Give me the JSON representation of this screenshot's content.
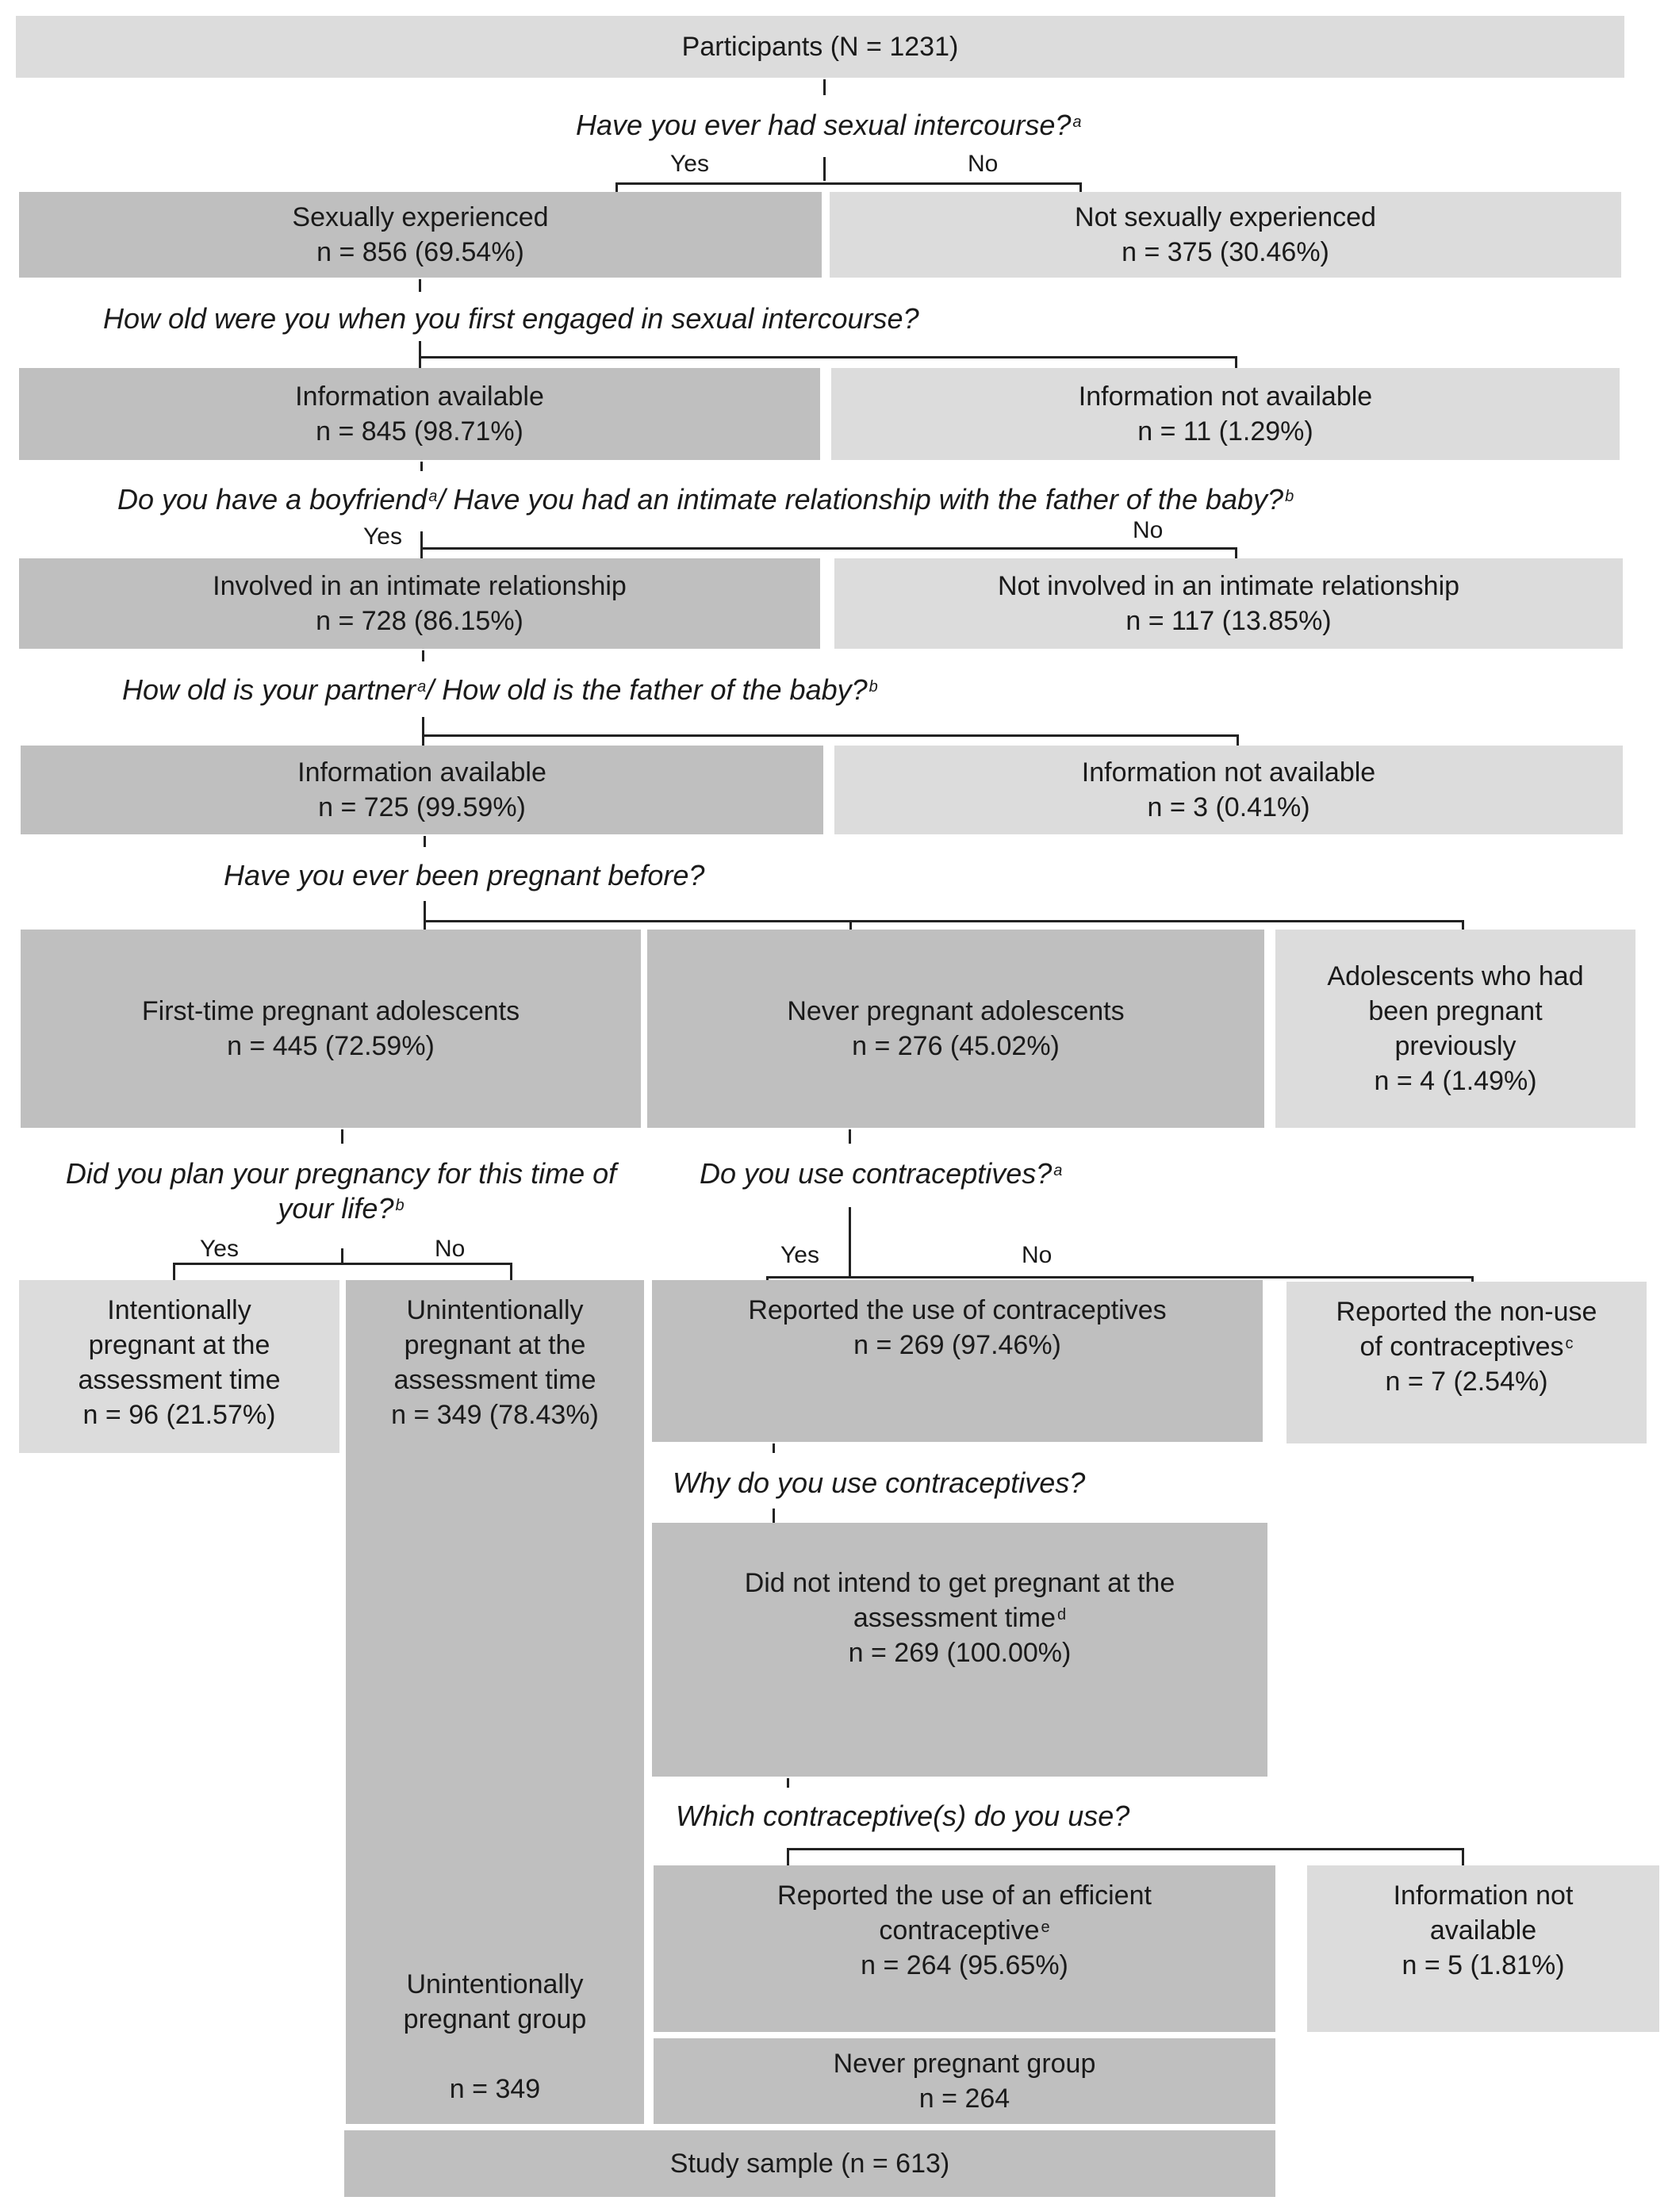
{
  "participants": "Participants (N = 1231)",
  "q1": {
    "text": "Have you ever had sexual intercourse?",
    "sup": "a",
    "yes": "Yes",
    "no": "No"
  },
  "sexually_experienced": {
    "title": "Sexually experienced",
    "n": "n = 856 (69.54%)"
  },
  "not_sexually_experienced": {
    "title": "Not sexually experienced",
    "n": "n = 375 (30.46%)"
  },
  "q2": {
    "text": "How old were you when you first engaged in sexual intercourse?"
  },
  "age_info_available": {
    "title": "Information available",
    "n": "n = 845 (98.71%)"
  },
  "age_info_not_available": {
    "title": "Information not available",
    "n": "n = 11 (1.29%)"
  },
  "q3": {
    "part1": "Do you have a boyfriend",
    "sup1": "a",
    "part2": "/ Have you had an intimate relationship with the father of the baby?",
    "sup2": "b",
    "yes": "Yes",
    "no": "No"
  },
  "involved": {
    "title": "Involved in an intimate relationship",
    "n": "n = 728 (86.15%)"
  },
  "not_involved": {
    "title": "Not involved in an intimate relationship",
    "n": "n = 117 (13.85%)"
  },
  "q4": {
    "part1": "How old is your partner",
    "sup1": "a",
    "part2": "/ How old is the father of the baby?",
    "sup2": "b"
  },
  "partner_info_available": {
    "title": "Information available",
    "n": "n = 725 (99.59%)"
  },
  "partner_info_not_available": {
    "title": "Information not available",
    "n": "n = 3 (0.41%)"
  },
  "q5": {
    "text": "Have you ever been pregnant before?"
  },
  "first_time_pregnant": {
    "title": "First-time pregnant adolescents",
    "n": "n = 445 (72.59%)"
  },
  "never_pregnant": {
    "title": "Never pregnant adolescents",
    "n": "n = 276 (45.02%)"
  },
  "previously_pregnant": {
    "l1": "Adolescents who had",
    "l2": "been pregnant",
    "l3": "previously",
    "n": "n = 4 (1.49%)"
  },
  "q6": {
    "l1": "Did you plan your pregnancy for this time of",
    "l2": "your life?",
    "sup": "b",
    "yes": "Yes",
    "no": "No"
  },
  "q7": {
    "text": "Do you use contraceptives?",
    "sup": "a",
    "yes": "Yes",
    "no": "No"
  },
  "intentionally_pregnant": {
    "l1": "Intentionally",
    "l2": "pregnant at the",
    "l3": "assessment time",
    "n": "n = 96 (21.57%)"
  },
  "unintentionally_pregnant": {
    "l1": "Unintentionally",
    "l2": "pregnant at the",
    "l3": "assessment time",
    "n": "n = 349 (78.43%)"
  },
  "use_contraceptives": {
    "title": "Reported the use of contraceptives",
    "n": "n = 269 (97.46%)"
  },
  "non_use_contraceptives": {
    "l1": "Reported the non-use",
    "l2": "of contraceptives",
    "sup": "c",
    "n": "n = 7 (2.54%)"
  },
  "q8": {
    "text": "Why do you use contraceptives?"
  },
  "not_intend_pregnant": {
    "l1": "Did not intend to get pregnant at the",
    "l2": "assessment time",
    "sup": "d",
    "n": "n = 269 (100.00%)"
  },
  "q9": {
    "text": "Which contraceptive(s) do you use?"
  },
  "efficient_contraceptive": {
    "l1": "Reported the use of an efficient",
    "l2": "contraceptive",
    "sup": "e",
    "n": "n = 264 (95.65%)"
  },
  "contraceptive_info_na": {
    "l1": "Information not",
    "l2": "available",
    "n": "n = 5 (1.81%)"
  },
  "unintentionally_group": {
    "l1": "Unintentionally",
    "l2": "pregnant group",
    "n": "n = 349"
  },
  "never_pregnant_group": {
    "title": "Never pregnant group",
    "n": "n = 264"
  },
  "study_sample": "Study sample (n = 613)"
}
